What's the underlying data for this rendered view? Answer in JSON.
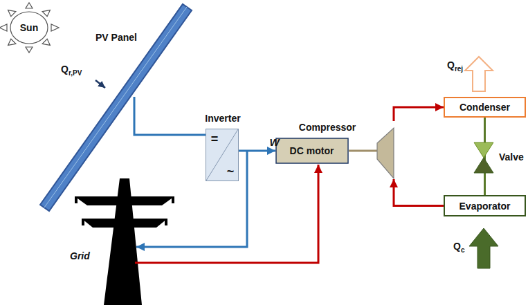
{
  "diagram": {
    "nodes": [
      {
        "text": [
          "Sun"
        ]
      },
      {
        "text": [
          "Inverter",
          "=",
          "~"
        ]
      },
      {
        "text": [
          "Compressor",
          "DC motor"
        ]
      },
      {
        "text": [
          "Condenser"
        ]
      },
      {
        "text": [
          "Evaporator"
        ]
      }
    ],
    "edges": [
      {
        "from": 1,
        "to": 2,
        "label": "W",
        "arrow": "to"
      },
      {
        "from": 4,
        "to": 2,
        "arrow": "to"
      },
      {
        "from": 2,
        "to": 3,
        "arrow": "to"
      },
      {
        "from": 3,
        "to": 4,
        "arrow": "none"
      }
    ],
    "labels": [
      "PV Panel",
      "Qr,PV",
      "Qrej",
      "Qc",
      "Valve",
      "Grid"
    ]
  }
}
